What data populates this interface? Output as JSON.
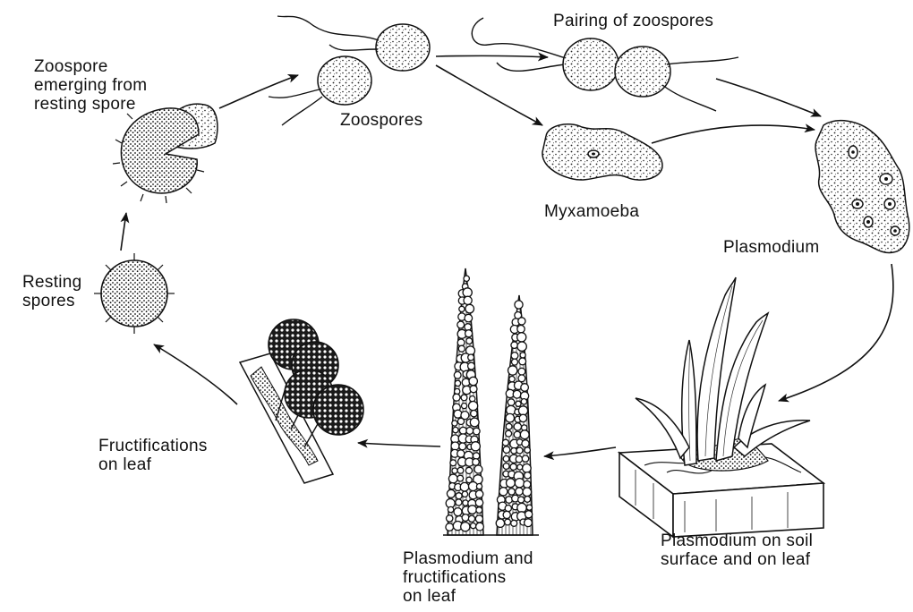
{
  "diagram": {
    "stages": {
      "zoospore_emerging": "Zoospore\nemerging from\nresting spore",
      "zoospores": "Zoospores",
      "pairing": "Pairing of zoospores",
      "myxamoeba": "Myxamoeba",
      "plasmodium": "Plasmodium",
      "plasmodium_on_soil": "Plasmodium on soil\nsurface and on leaf",
      "plasmodium_fructifications": "Plasmodium and\nfructifications\non leaf",
      "fructifications_on_leaf": "Fructifications\non leaf",
      "resting_spores": "Resting\nspores"
    }
  }
}
